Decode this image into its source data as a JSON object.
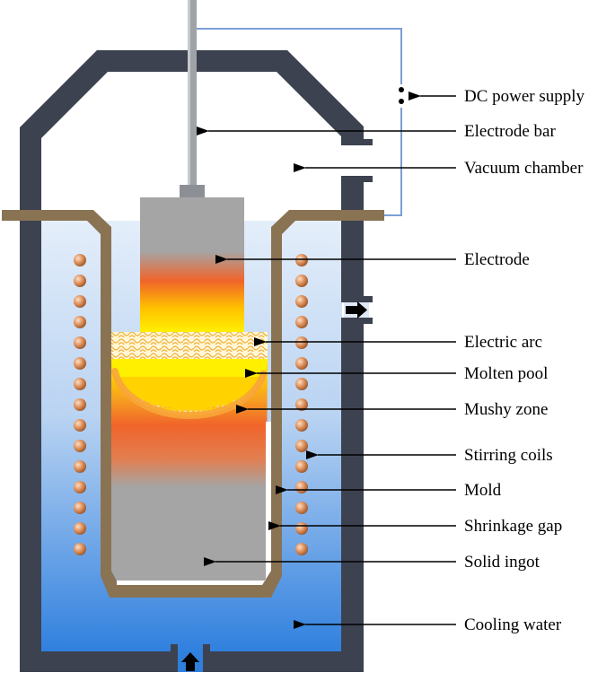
{
  "labels": {
    "dc_power_supply": "DC power supply",
    "electrode_bar": "Electrode bar",
    "vacuum_chamber": "Vacuum chamber",
    "electrode": "Electrode",
    "electric_arc": "Electric arc",
    "molten_pool": "Molten pool",
    "mushy_zone": "Mushy zone",
    "stirring_coils": "Stirring coils",
    "mold": "Mold",
    "shrinkage_gap": "Shrinkage gap",
    "solid_ingot": "Solid ingot",
    "cooling_water": "Cooling water"
  },
  "colors": {
    "chamber_wall": "#3d4250",
    "mold_wall": "#8a7353",
    "water_top": "#e4eefa",
    "water_bottom": "#2e7fde",
    "electrode_grey": "#a5a5a5",
    "hot_orange": "#f0642a",
    "hot_yellow": "#fff000",
    "coil_copper": "#d98c5a",
    "wire": "#7b9fd6",
    "arrow_fill": "#000000"
  },
  "icons": {
    "water_outlet": "arrow-right-icon",
    "water_inlet": "arrow-up-icon"
  }
}
